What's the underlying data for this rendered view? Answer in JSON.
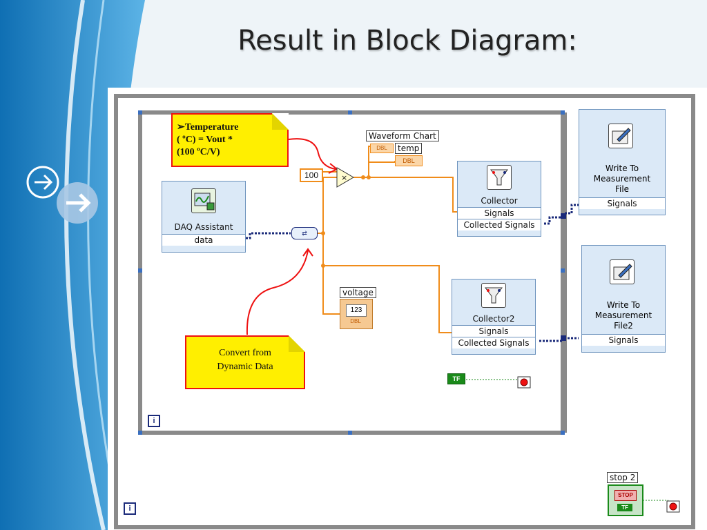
{
  "title": "Result in Block Diagram:",
  "notes": {
    "temperature": {
      "line1": "Temperature",
      "line2": "( ºC) = Vout *",
      "line3": "(100 ºC/V)"
    },
    "convert": {
      "line1": "Convert from",
      "line2": "Dynamic Data"
    }
  },
  "nodes": {
    "daq": {
      "name": "DAQ Assistant",
      "terminal": "data"
    },
    "constant": "100",
    "waveform_chart": "Waveform Chart",
    "temp": "temp",
    "dbl": "DBL",
    "voltage": "voltage",
    "numeric_display": "123",
    "collector": {
      "name": "Collector",
      "in": "Signals",
      "out": "Collected Signals"
    },
    "collector2": {
      "name": "Collector2",
      "in": "Signals",
      "out": "Collected Signals"
    },
    "write1": {
      "name_line1": "Write To",
      "name_line2": "Measurement",
      "name_line3": "File",
      "in": "Signals"
    },
    "write2": {
      "name_line1": "Write To",
      "name_line2": "Measurement",
      "name_line3": "File2",
      "in": "Signals"
    },
    "stop2": "stop 2",
    "stop_button": "STOP",
    "tf": "TF",
    "loop_iteration": "i"
  },
  "colors": {
    "wire_numeric": "#f08c1a",
    "wire_dynamic": "#1a2a7a",
    "note_fill": "#ffef00",
    "note_border": "#e11111",
    "loop_frame": "#888888"
  }
}
